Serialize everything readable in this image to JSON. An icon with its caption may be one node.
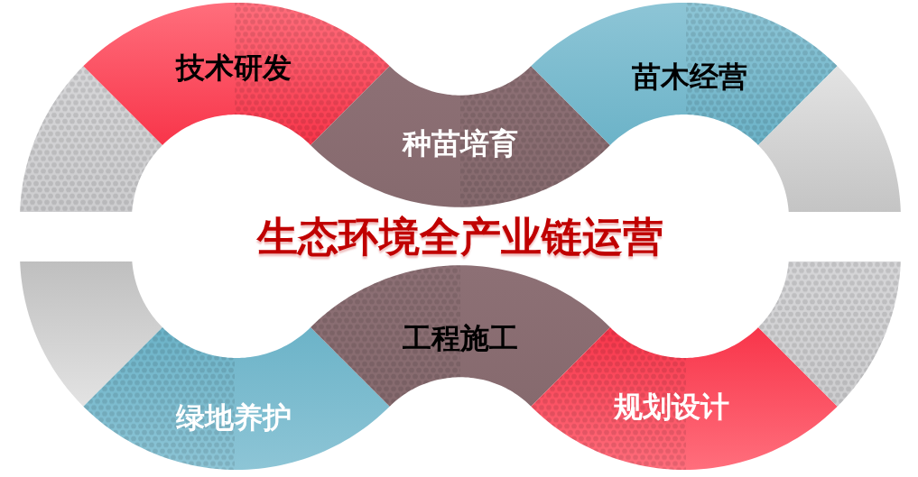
{
  "diagram": {
    "title": "生态环境全产业链运营",
    "nodes": [
      {
        "text": [],
        "shape": "band"
      },
      {
        "text": [
          "技术研发"
        ]
      },
      {
        "text": [
          "种苗培育"
        ]
      },
      {
        "text": [
          "苗木经营"
        ]
      },
      {
        "text": [],
        "shape": "band"
      },
      {
        "text": [],
        "shape": "band"
      },
      {
        "text": [
          "绿地养护"
        ]
      },
      {
        "text": [
          "工程施工"
        ]
      },
      {
        "text": [
          "规划设计"
        ]
      },
      {
        "text": [],
        "shape": "band"
      }
    ]
  }
}
